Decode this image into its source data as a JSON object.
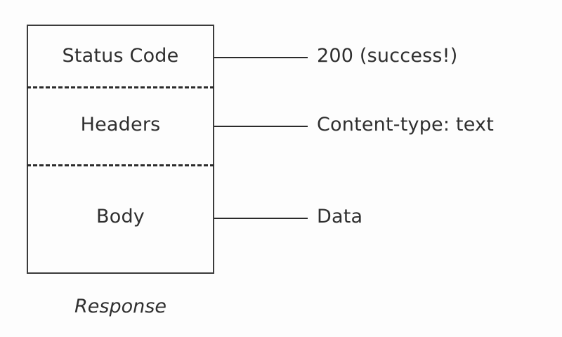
{
  "diagram": {
    "caption": "Response",
    "box": {
      "sections": [
        {
          "label": "Status Code",
          "value": "200 (success!)"
        },
        {
          "label": "Headers",
          "value": "Content-type: text"
        },
        {
          "label": "Body",
          "value": "Data"
        }
      ]
    },
    "colors": {
      "background": "#fdfdfd",
      "box_border": "#3b3b3b",
      "separator": "#2b2b2b",
      "leader_line": "#2b2b2b",
      "text": "#2f2f2f"
    }
  }
}
